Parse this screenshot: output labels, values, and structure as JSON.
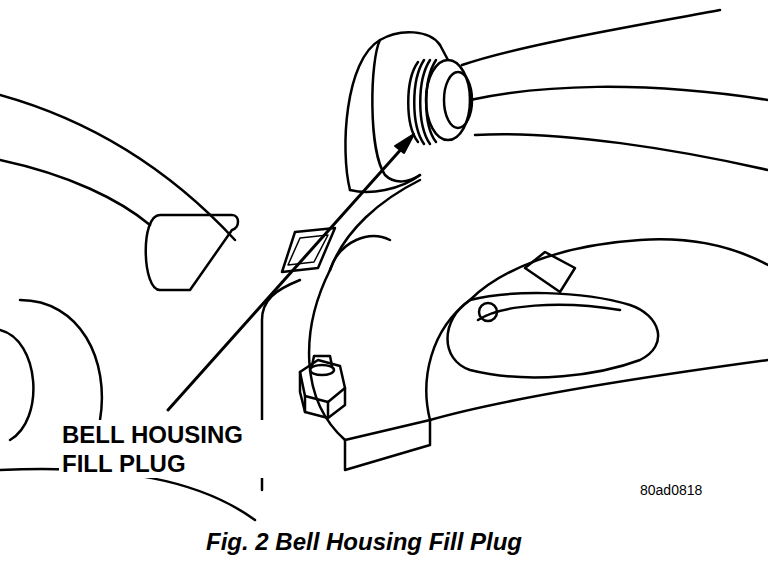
{
  "diagram": {
    "caption": "Fig. 2 Bell Housing Fill Plug",
    "labels": [
      "BELL HOUSING FILL PLUG",
      "80ad0818"
    ]
  }
}
